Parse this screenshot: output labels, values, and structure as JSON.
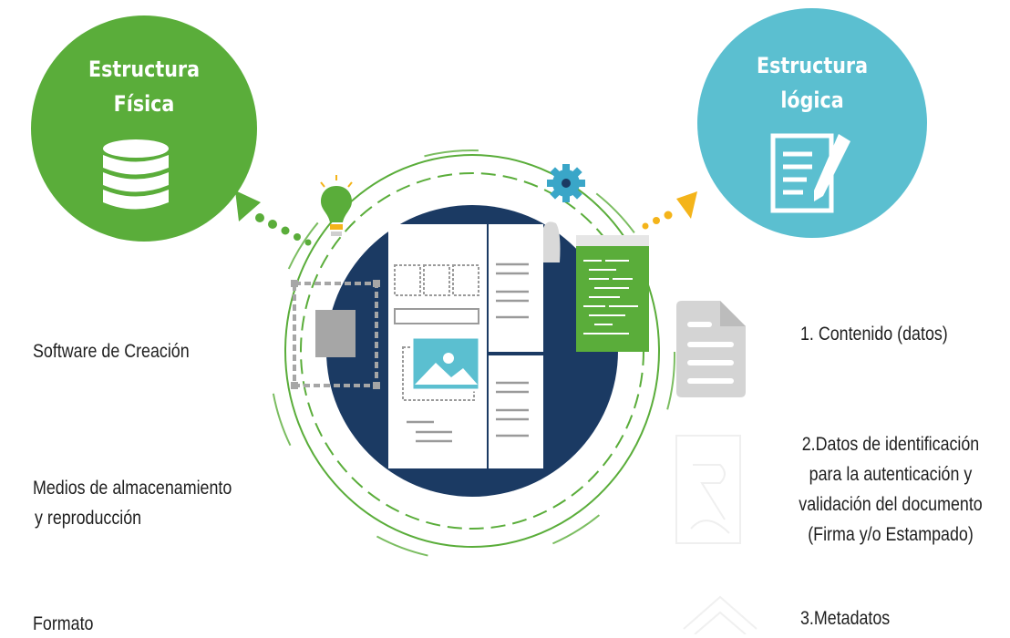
{
  "physical": {
    "title_line1": "Estructura",
    "title_line2": "Física",
    "items": [
      "Software de Creación",
      "Medios de almacenamiento",
      "y reproducción",
      "Formato"
    ]
  },
  "logical": {
    "title_line1": "Estructura",
    "title_line2": "lógica",
    "items": [
      "1. Contenido (datos)",
      "2.Datos de identificación",
      "para la autenticación y",
      "validación del documento",
      "(Firma y/o Estampado)",
      "3.Metadatos"
    ]
  },
  "colors": {
    "green": "#5aad3a",
    "teal": "#5bbfd0",
    "navy": "#1b3a63",
    "yellow": "#f4b41a",
    "gray": "#b5b5b5"
  },
  "icons": [
    "database-icon",
    "document-pen-icon",
    "lightbulb-icon",
    "gear-icon",
    "document-lines-icon",
    "signature-icon",
    "metadata-icon"
  ]
}
